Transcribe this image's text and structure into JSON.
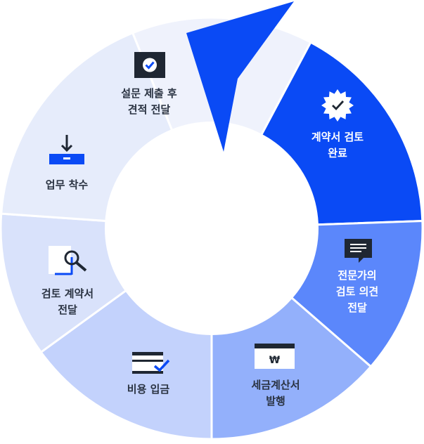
{
  "steps": [
    {
      "id": "survey",
      "lines": [
        "설문 제출 후",
        "견적 전달"
      ],
      "color": "#eff2fc",
      "icon": "check-square-icon"
    },
    {
      "id": "contract",
      "lines": [
        "계약서 검토",
        "완료"
      ],
      "color": "#0a4af5",
      "icon": "verified-badge-icon"
    },
    {
      "id": "opinion",
      "lines": [
        "전문가의",
        "검토 의견",
        "전달"
      ],
      "color": "#5b87fb",
      "icon": "message-icon"
    },
    {
      "id": "invoice",
      "lines": [
        "세금계산서",
        "발행"
      ],
      "color": "#93b0fb",
      "icon": "invoice-won-icon"
    },
    {
      "id": "payment",
      "lines": [
        "비용 입금"
      ],
      "color": "#c3d2fc",
      "icon": "card-check-icon"
    },
    {
      "id": "review",
      "lines": [
        "검토 계약서",
        "전달"
      ],
      "color": "#d9e2fb",
      "icon": "document-search-icon"
    },
    {
      "id": "start",
      "lines": [
        "업무 착수"
      ],
      "color": "#e6ecfb",
      "icon": "download-tray-icon"
    }
  ],
  "invoice_symbol": "₩",
  "colors": {
    "navy": "#1f2733",
    "accent": "#0a4af5",
    "text": "#2a3342"
  }
}
